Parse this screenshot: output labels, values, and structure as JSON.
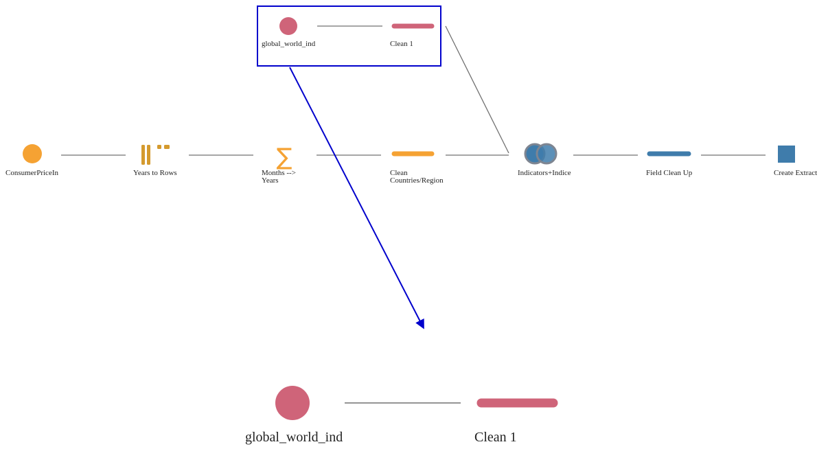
{
  "colors": {
    "input_orange": "#F5A233",
    "pivot_gold": "#D49A2E",
    "clean_pink": "#CF6479",
    "join_blue": "#3F7CAB",
    "join_ring": "#7E8591",
    "output_blue": "#3F7CAB",
    "connector": "#707070",
    "highlight": "#0000CC"
  },
  "nodes": {
    "global_world_ind": {
      "label": "global_world_ind",
      "icon": "input-circle-icon"
    },
    "clean_1": {
      "label": "Clean 1",
      "icon": "clean-bar-icon"
    },
    "consumer_price": {
      "label": "ConsumerPriceIn",
      "icon": "input-circle-icon"
    },
    "years_to_rows": {
      "label": "Years to Rows",
      "icon": "pivot-icon"
    },
    "months_years": {
      "label_line1": "Months -->",
      "label_line2": "Years",
      "icon": "aggregate-sigma-icon",
      "symbol": "∑"
    },
    "clean_countries": {
      "label_line1": "Clean",
      "label_line2": "Countries/Region",
      "icon": "clean-bar-icon"
    },
    "indicators": {
      "label": "Indicators+Indice",
      "icon": "join-icon"
    },
    "field_clean_up": {
      "label": "Field Clean Up",
      "icon": "clean-bar-icon"
    },
    "create_extract": {
      "label": "Create Extract",
      "icon": "output-square-icon"
    }
  },
  "zoom": {
    "global_world_ind": {
      "label": "global_world_ind"
    },
    "clean_1": {
      "label": "Clean 1"
    }
  }
}
